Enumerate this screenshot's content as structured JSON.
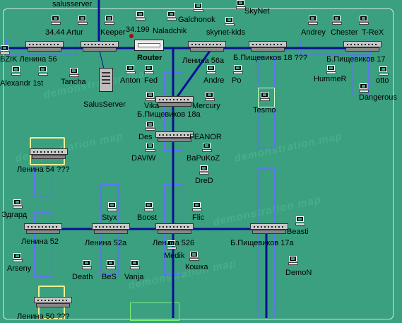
{
  "map": {
    "watermark": "demonstration map",
    "labels": {
      "salusserver_top": "salusserver",
      "skynet": "SkyNet",
      "galchonok": "Galchonok",
      "naladchik": "Naladchik",
      "ip199": "34.199",
      "skynet_kids": "skynet-kids",
      "ip44_artur": "34.44  Artur",
      "keeper": "Keeper",
      "router": "Router",
      "andrey": "Andrey",
      "chester": "Chester",
      "trex": "T-ReX",
      "bzik_lenina56": "BZIK  Ленина 56",
      "lenina56a": "Ленина 56a",
      "pisch18": "Б.Пищевиков 18 ???",
      "pisch17": "Б.Пищевиков 17",
      "alexandr1st": "Alexandr 1st",
      "tancha": "Tancha",
      "anton": "Anton",
      "fed": "Fed",
      "andre": "Andre",
      "po": "Po",
      "hummer": "HummeR",
      "otto": "otto",
      "salusserver": "SalusServer",
      "vika": "Vika",
      "mercury": "Mercury",
      "pisch18a": "Б.Пищевиков 18a",
      "tesmo": "Tesmo",
      "dangerous": "Dangerous",
      "des": "Des",
      "feanor": "FEANOR",
      "daviw": "DAViW",
      "bapukoz": "BaPuKoZ",
      "lenina54": "Ленина 54 ???",
      "dred": "DreD",
      "edgard": "Эдгард",
      "styx": "Styx",
      "boost": "Boost",
      "flic": "Flic",
      "beasti": "Beasti",
      "lenina52": "Ленина 52",
      "lenina52a": "Ленина 52a",
      "lenina526": "Ленина 526",
      "pisch17a": "Б.Пищевиков 17a",
      "arseny": "Arseny",
      "koshka": "Кошка",
      "medik": "Medik",
      "death": "Death",
      "bes": "BeS",
      "vanja": "Vanja",
      "demon": "DemoN",
      "lenina50": "Ленина 50 ???"
    }
  }
}
